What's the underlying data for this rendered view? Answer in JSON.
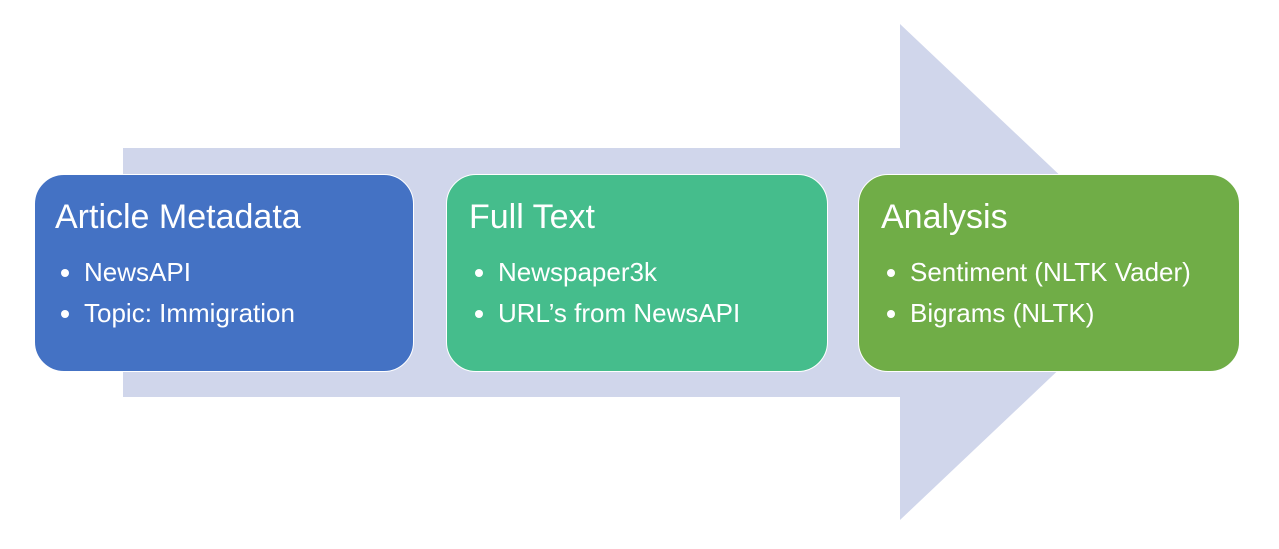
{
  "colors": {
    "arrow": "#D0D6EB",
    "box_1": "#4472C4",
    "box_2": "#45BD8C",
    "box_3": "#70AD47",
    "text": "#FFFFFF"
  },
  "steps": [
    {
      "title": "Article Metadata",
      "bullets": [
        "NewsAPI",
        "Topic: Immigration"
      ]
    },
    {
      "title": "Full Text",
      "bullets": [
        "Newspaper3k",
        "URL’s from NewsAPI"
      ]
    },
    {
      "title": "Analysis",
      "bullets": [
        "Sentiment (NLTK Vader)",
        "Bigrams (NLTK)"
      ]
    }
  ]
}
